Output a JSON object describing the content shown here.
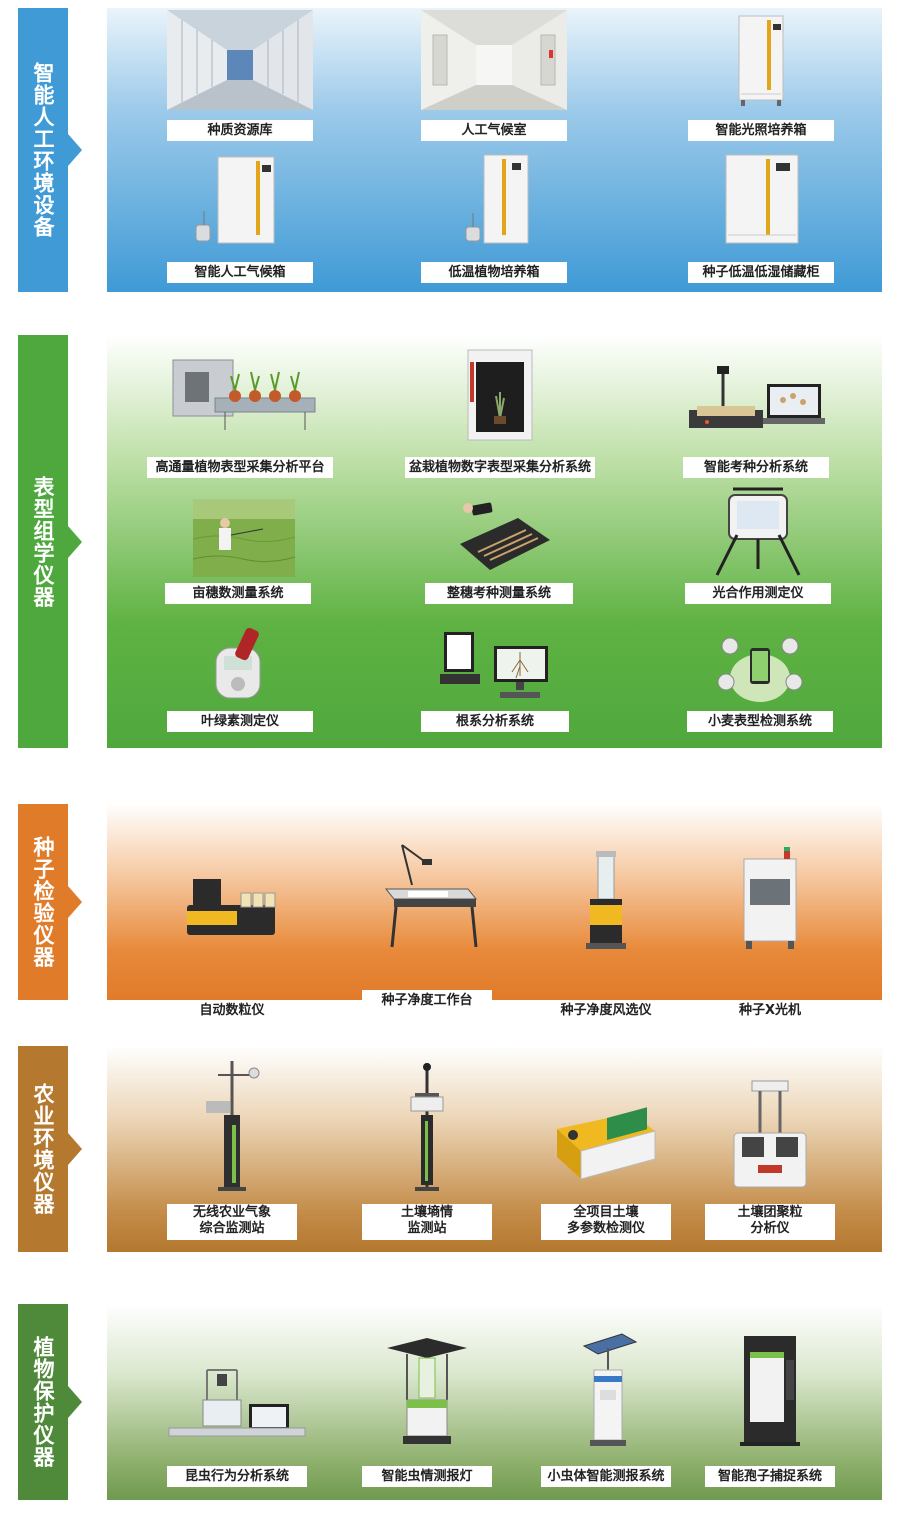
{
  "colors": {
    "blue": "#3f9ad6",
    "green": "#4fa83d",
    "orange": "#e07b2a",
    "brown": "#b4782f",
    "darkgreen": "#4f8a3a"
  },
  "sections": [
    {
      "title": "智能人工环境设备",
      "items": [
        "种质资源库",
        "人工气候室",
        "智能光照培养箱",
        "智能人工气候箱",
        "低温植物培养箱",
        "种子低温低湿储藏柜"
      ]
    },
    {
      "title": "表型组学仪器",
      "items": [
        "高通量植物表型采集分析平台",
        "盆栽植物数字表型采集分析系统",
        "智能考种分析系统",
        "亩穗数测量系统",
        "整穗考种测量系统",
        "光合作用测定仪",
        "叶绿素测定仪",
        "根系分析系统",
        "小麦表型检测系统"
      ]
    },
    {
      "title": "种子检验仪器",
      "items": [
        "自动数粒仪",
        "种子净度工作台",
        "种子净度风选仪",
        "种子X光机"
      ]
    },
    {
      "title": "农业环境仪器",
      "items": [
        "无线农业气象\n综合监测站",
        "土壤墒情\n监测站",
        "全项目土壤\n多参数检测仪",
        "土壤团聚粒\n分析仪"
      ]
    },
    {
      "title": "植物保护仪器",
      "items": [
        "昆虫行为分析系统",
        "智能虫情测报灯",
        "小虫体智能测报系统",
        "智能孢子捕捉系统"
      ]
    }
  ]
}
